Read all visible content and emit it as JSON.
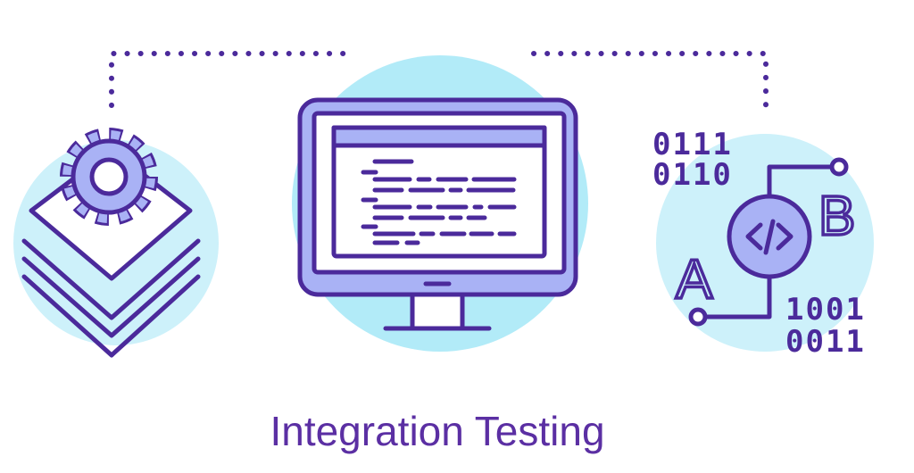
{
  "title": "Integration Testing",
  "binary": {
    "top_line1": "0111",
    "top_line2": "0110",
    "bottom_line1": "1001",
    "bottom_line2": "0011"
  },
  "labels": {
    "a": "A",
    "b": "B"
  },
  "colors": {
    "stroke": "#4b2a9b",
    "accent_fill": "#a9b2f5",
    "bg_circle_center": "#b2ebf8",
    "bg_circle_side": "#cdf1fa",
    "title": "#5b2fa3"
  },
  "icons": [
    "gear-icon",
    "layers-icon",
    "monitor-icon",
    "code-icon"
  ]
}
